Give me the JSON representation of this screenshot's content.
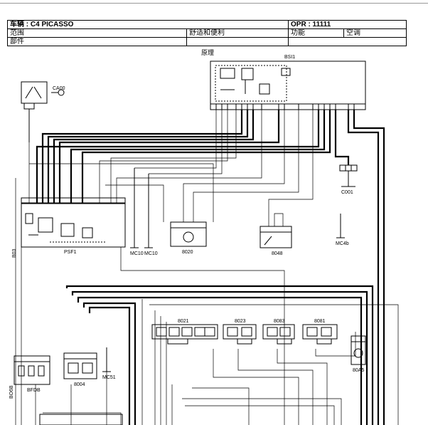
{
  "header": {
    "vehicle": "车辆 : C4 PICASSO",
    "opr": "OPR : 11111",
    "scope_label": "范围",
    "scope_value": "舒适和便利",
    "function_label": "功能",
    "function_value": "空调",
    "parts_label": "部件"
  },
  "section_title": "原理",
  "components": {
    "bsi": "BSI1",
    "ca00": "CA00",
    "psf1": "PSF1",
    "c001": "C001",
    "mc10a": "MC10",
    "mc10b": "MC10",
    "mc4b": "MC4b",
    "b020": "8020",
    "b048": "8048",
    "b021": "8021",
    "b023": "8023",
    "b083": "8083",
    "b081": "8081",
    "b0a5": "80A5",
    "bfdb": "BFDB",
    "b004": "8004",
    "mc51": "MC51",
    "b03": "B03",
    "bo6b": "BO6B"
  }
}
